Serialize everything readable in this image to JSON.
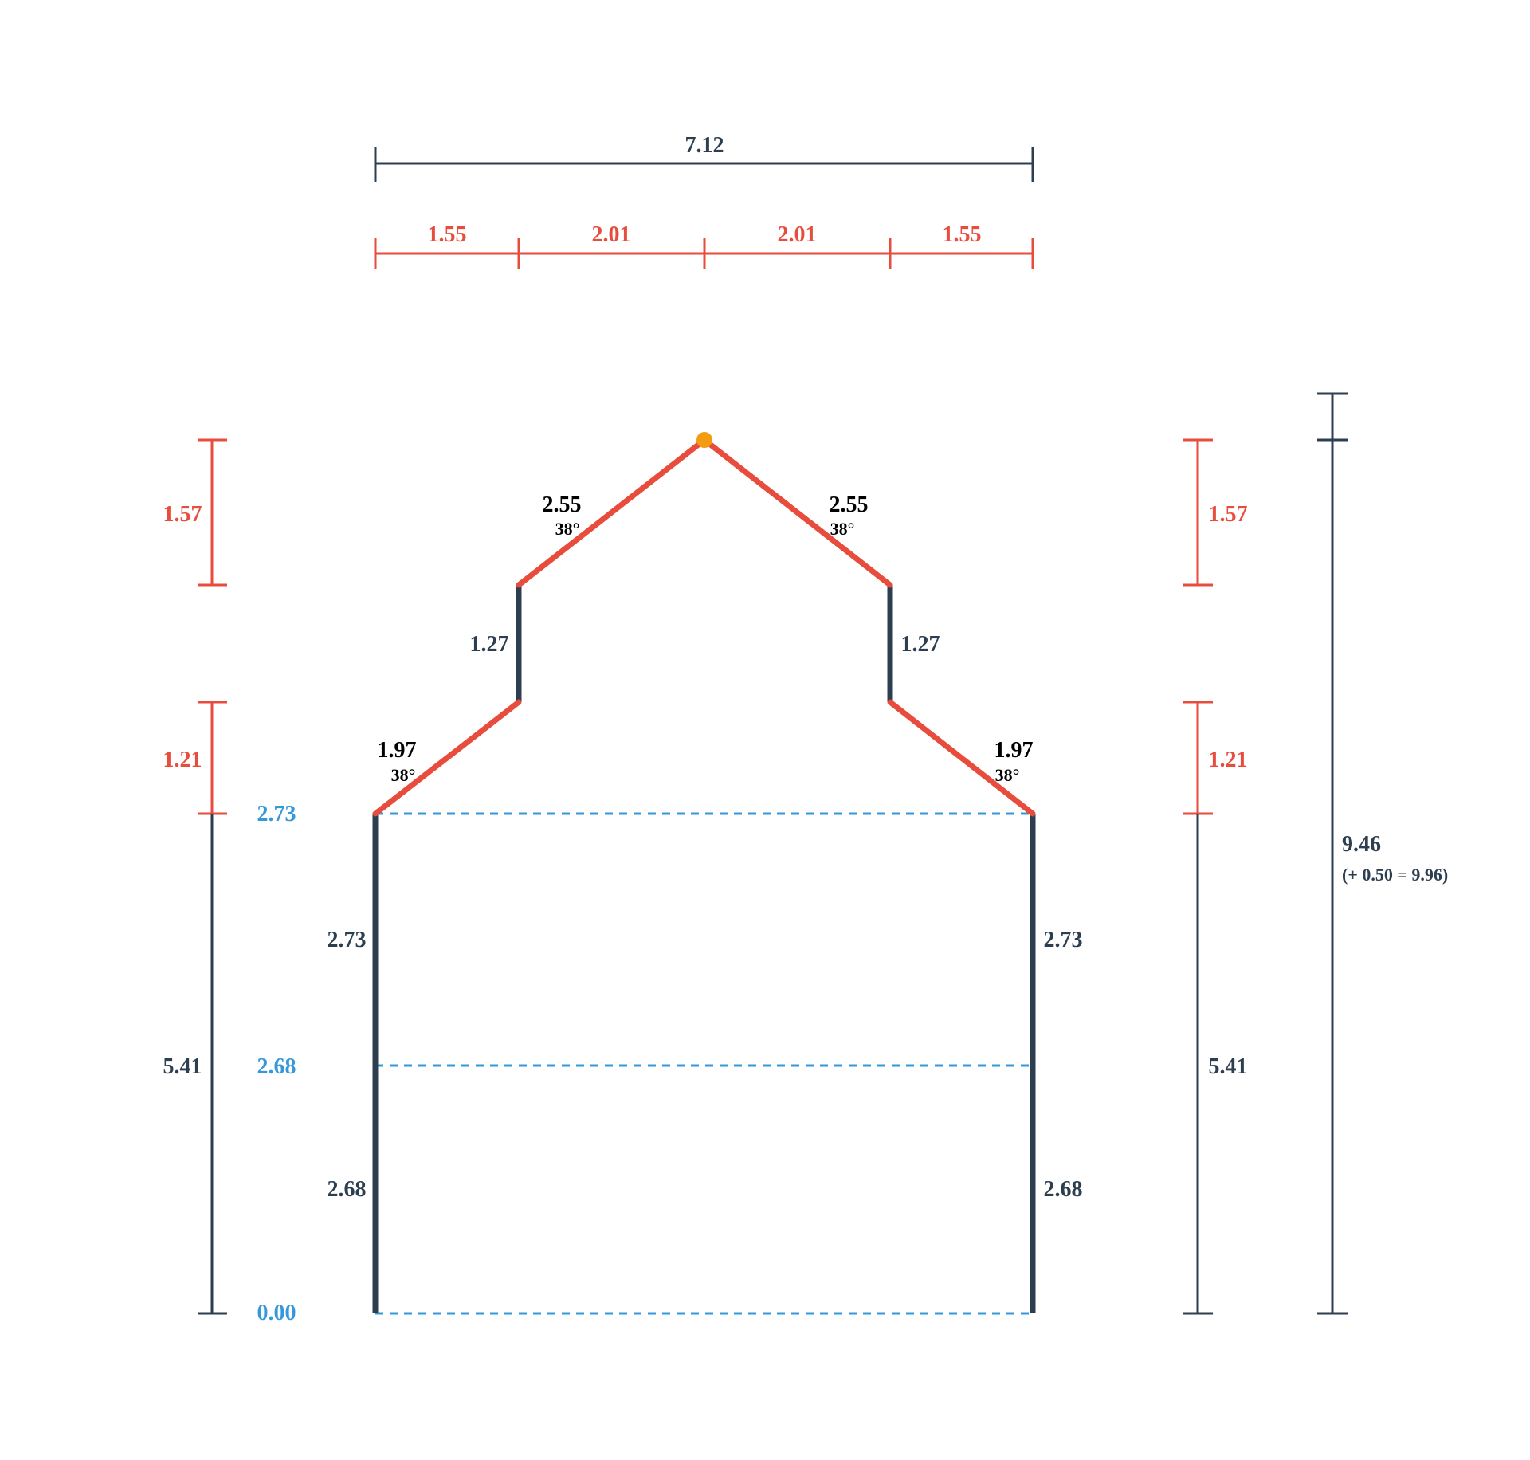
{
  "colors": {
    "dark": "#2c3e50",
    "red": "#e74c3c",
    "blue": "#3498db",
    "orange": "#f39c12",
    "black": "#000000"
  },
  "top_dimensions": {
    "total_width": "7.12",
    "segments": [
      "1.55",
      "2.01",
      "2.01",
      "1.55"
    ]
  },
  "left_dimensions": {
    "roof_upper_height": "1.57",
    "roof_lower_height": "1.21",
    "wall_height": "5.41"
  },
  "right_dimensions": {
    "roof_upper_height": "1.57",
    "roof_lower_height": "1.21",
    "wall_height": "5.41"
  },
  "overall_height": {
    "value": "9.46",
    "note": "(+ 0.50 = 9.96)"
  },
  "level_labels": [
    "2.73",
    "2.68",
    "0.00"
  ],
  "walls": {
    "left": {
      "upper": "2.73",
      "lower": "2.68"
    },
    "right": {
      "upper": "2.73",
      "lower": "2.68"
    }
  },
  "roof": {
    "left_lower": {
      "length": "1.97",
      "angle": "38°"
    },
    "left_upper": {
      "length": "2.55",
      "angle": "38°"
    },
    "right_upper": {
      "length": "2.55",
      "angle": "38°"
    },
    "right_lower": {
      "length": "1.97",
      "angle": "38°"
    },
    "left_kneewall": "1.27",
    "right_kneewall": "1.27"
  }
}
